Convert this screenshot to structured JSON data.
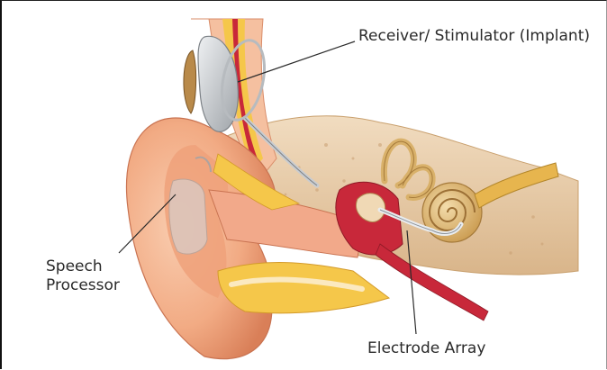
{
  "labels": {
    "receiver": "Receiver/ Stimulator (Implant)",
    "speech_line1": "Speech",
    "speech_line2": "Processor",
    "electrode": "Electrode Array"
  },
  "colors": {
    "skin": "#f3b48f",
    "skin_dark": "#d9845d",
    "fat": "#f5c74a",
    "bone": "#e8c9a0",
    "canal_red": "#c8283a",
    "cochlea": "#d9b16a",
    "implant_gray": "#c9ccd0"
  }
}
